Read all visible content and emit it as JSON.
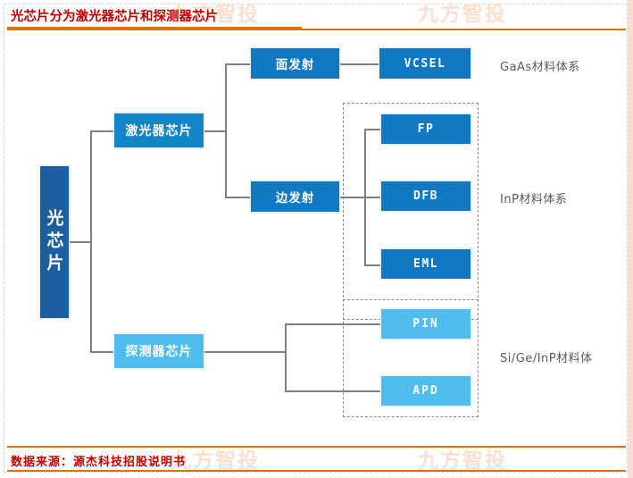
{
  "header": {
    "title": "光芯片分为激光器芯片和探测器芯片",
    "accent_color": "#e2700b",
    "title_color": "#c00000"
  },
  "watermark": {
    "text": "九方智投",
    "color": "#fbe0cf"
  },
  "footer": {
    "text": "数据来源：源杰科技招股说明书",
    "color": "#c00000"
  },
  "diagram": {
    "type": "tree",
    "root": {
      "label": "光芯片",
      "color": "#1b5fa0"
    },
    "level2": [
      {
        "label": "激光器芯片",
        "color": "#1384c8"
      },
      {
        "label": "探测器芯片",
        "color": "#4fbdee"
      }
    ],
    "level3": [
      {
        "label": "面发射",
        "color": "#1179c4"
      },
      {
        "label": "边发射",
        "color": "#1179c4"
      }
    ],
    "level4": [
      {
        "label": "VCSEL",
        "color": "#1179c4"
      },
      {
        "label": "FP",
        "color": "#1179c4"
      },
      {
        "label": "DFB",
        "color": "#1179c4"
      },
      {
        "label": "EML",
        "color": "#1179c4"
      },
      {
        "label": "PIN",
        "color": "#4fbdee"
      },
      {
        "label": "APD",
        "color": "#4fbdee"
      }
    ],
    "side_labels": [
      {
        "label": "GaAs材料体系"
      },
      {
        "label": "InP材料体系"
      },
      {
        "label": "Si/Ge/InP材料体"
      }
    ]
  }
}
